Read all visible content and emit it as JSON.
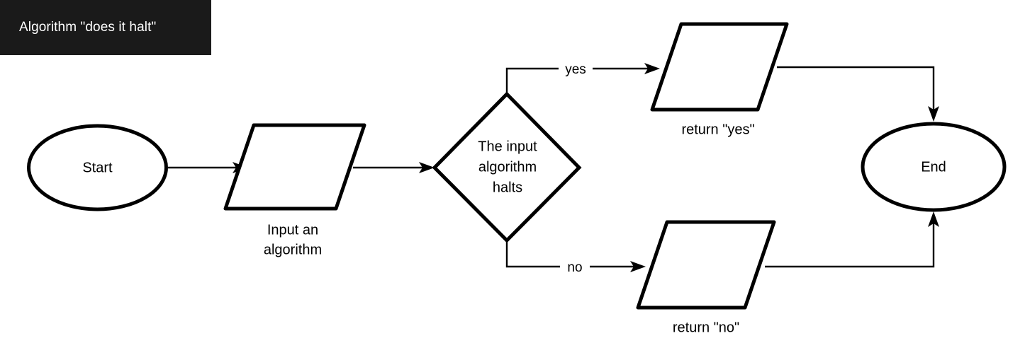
{
  "title_banner": {
    "text": "Algorithm \"does it halt\"",
    "background_color": "#1a1a1a",
    "text_color": "#ffffff"
  },
  "diagram": {
    "type": "flowchart",
    "stroke_color": "#000000",
    "background_color": "#ffffff",
    "nodes": [
      {
        "id": "start",
        "shape": "ellipse",
        "label": "Start",
        "label_position": "inside"
      },
      {
        "id": "input",
        "shape": "parallelogram",
        "label_line1": "Input an",
        "label_line2": "algorithm",
        "label_position": "below"
      },
      {
        "id": "decision",
        "shape": "diamond",
        "label_line1": "The input",
        "label_line2": "algorithm",
        "label_line3": "halts",
        "label_position": "inside"
      },
      {
        "id": "return_yes",
        "shape": "parallelogram",
        "label": "return \"yes\"",
        "label_position": "below"
      },
      {
        "id": "return_no",
        "shape": "parallelogram",
        "label": "return \"no\"",
        "label_position": "below"
      },
      {
        "id": "end",
        "shape": "ellipse",
        "label": "End",
        "label_position": "inside"
      }
    ],
    "edges": [
      {
        "from": "start",
        "to": "input",
        "label": ""
      },
      {
        "from": "input",
        "to": "decision",
        "label": ""
      },
      {
        "from": "decision",
        "to": "return_yes",
        "label": "yes"
      },
      {
        "from": "decision",
        "to": "return_no",
        "label": "no"
      },
      {
        "from": "return_yes",
        "to": "end",
        "label": ""
      },
      {
        "from": "return_no",
        "to": "end",
        "label": ""
      }
    ]
  }
}
